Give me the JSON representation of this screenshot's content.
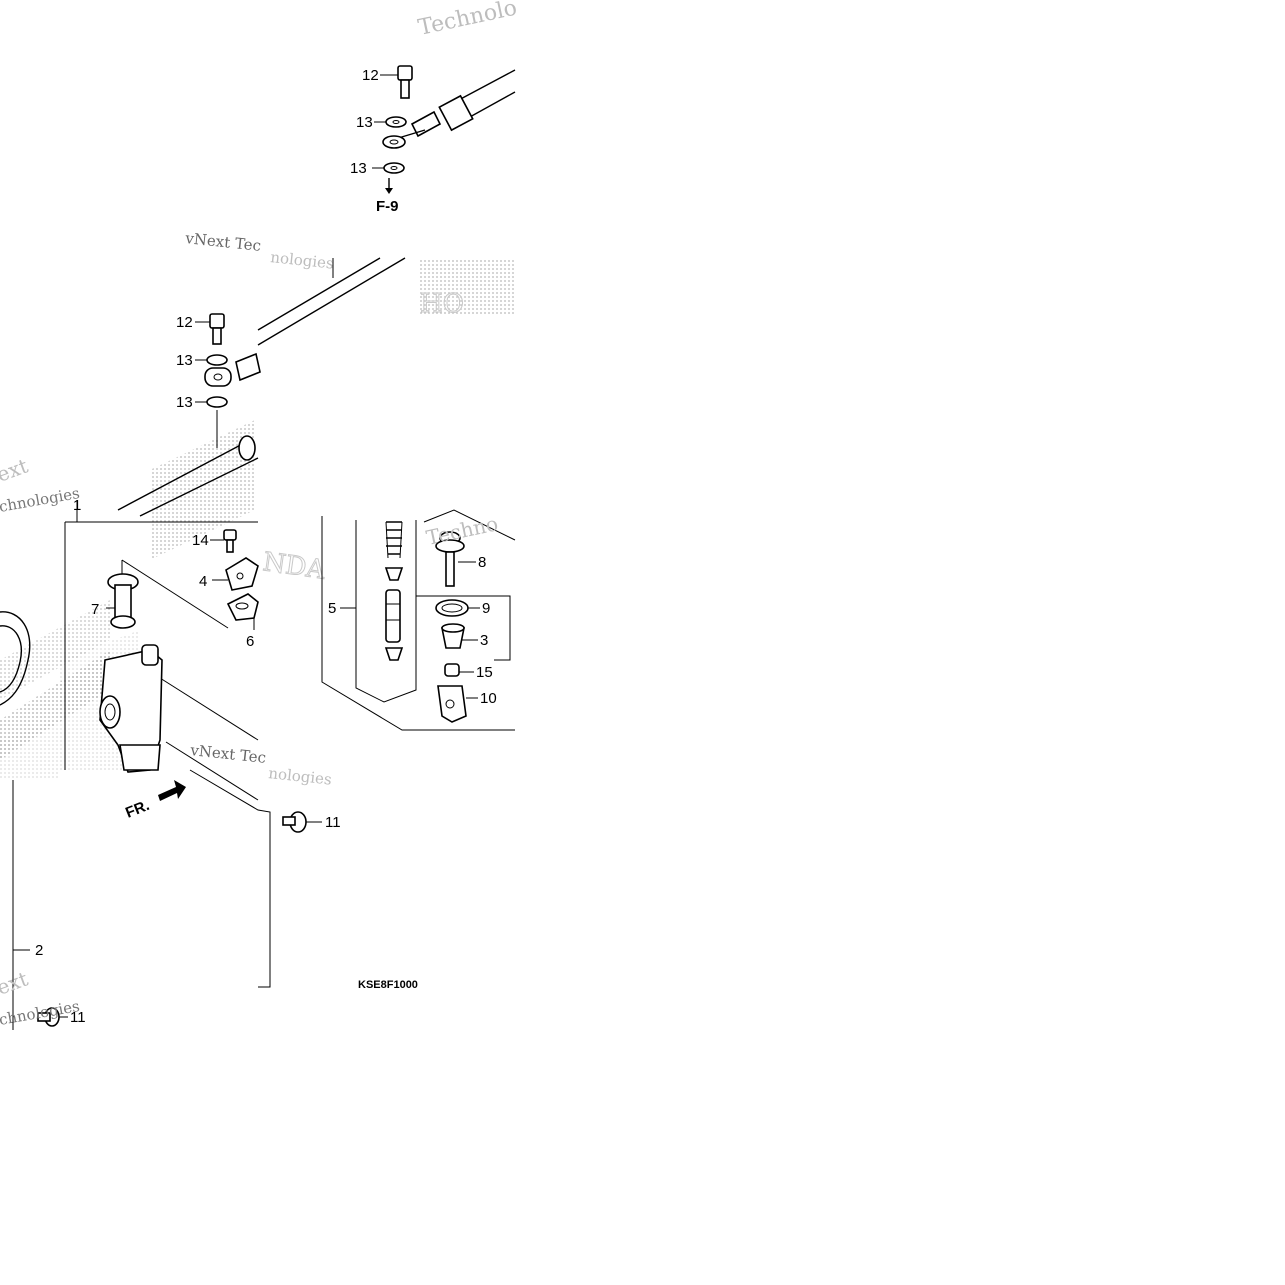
{
  "diagram": {
    "code": "KSE8F1000",
    "ref": "F-9",
    "fr_label": "FR.",
    "callouts": [
      {
        "id": "c12a",
        "label": "12"
      },
      {
        "id": "c13a",
        "label": "13"
      },
      {
        "id": "c13b",
        "label": "13"
      },
      {
        "id": "c12b",
        "label": "12"
      },
      {
        "id": "c13c",
        "label": "13"
      },
      {
        "id": "c13d",
        "label": "13"
      },
      {
        "id": "c14",
        "label": "14"
      },
      {
        "id": "c4",
        "label": "4"
      },
      {
        "id": "c7",
        "label": "7"
      },
      {
        "id": "c6",
        "label": "6"
      },
      {
        "id": "c1",
        "label": "1"
      },
      {
        "id": "c5",
        "label": "5"
      },
      {
        "id": "c8",
        "label": "8"
      },
      {
        "id": "c9",
        "label": "9"
      },
      {
        "id": "c3",
        "label": "3"
      },
      {
        "id": "c15",
        "label": "15"
      },
      {
        "id": "c10",
        "label": "10"
      },
      {
        "id": "c11a",
        "label": "11"
      },
      {
        "id": "c2",
        "label": "2"
      },
      {
        "id": "c11b",
        "label": "11"
      }
    ]
  },
  "watermarks": {
    "w1": "Technolo",
    "w2": "vNext Tec",
    "w3": "nologies",
    "w4": "ext",
    "w5": "chnologies",
    "w6": "vNext Tec",
    "w7": "nologies",
    "w8": "Techno",
    "w9": "ext",
    "w10": "chnologies",
    "logo1": "HO",
    "logo2": "NDA"
  },
  "colors": {
    "line": "#000000",
    "watermark": "#bdbdbd"
  }
}
